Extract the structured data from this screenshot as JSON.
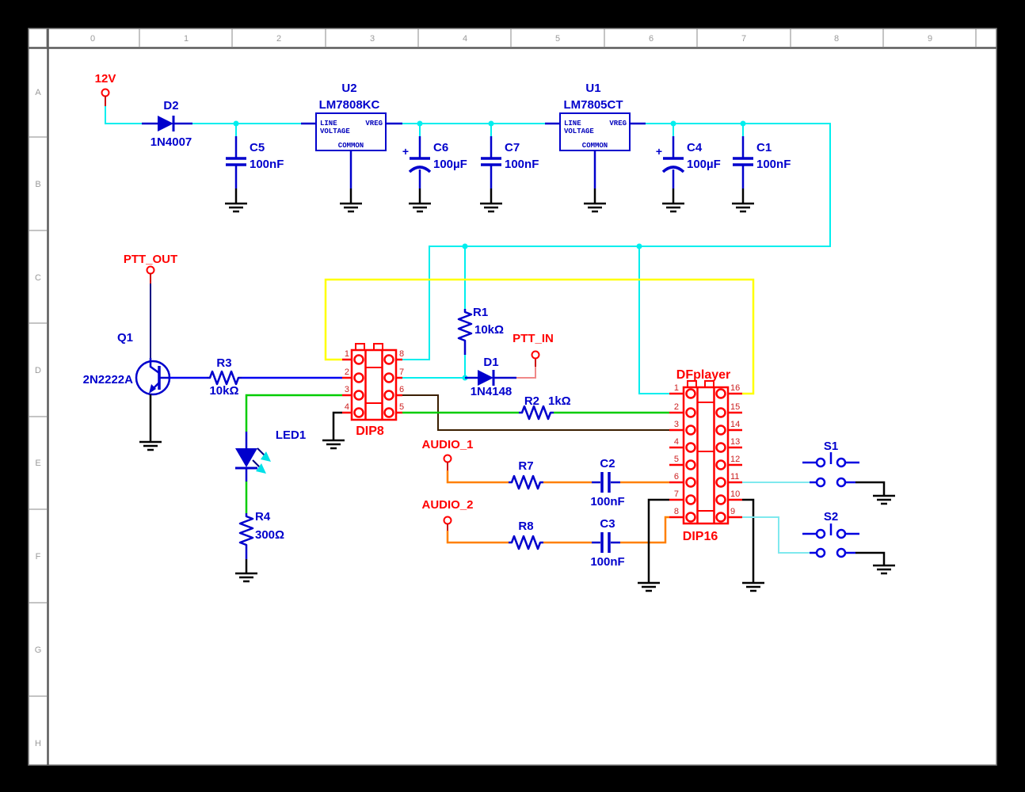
{
  "ruler": {
    "cols": [
      "0",
      "1",
      "2",
      "3",
      "4",
      "5",
      "6",
      "7",
      "8",
      "9"
    ],
    "rows": [
      "A",
      "B",
      "C",
      "D",
      "E",
      "F",
      "G",
      "H"
    ]
  },
  "colors": {
    "wire_cyan": "#00eeee",
    "wire_yellow": "#ffff00",
    "wire_green": "#00cc00",
    "wire_orange": "#ff8000",
    "wire_brown": "#3b1f00",
    "component_blue": "#0000cc",
    "label_red": "#ff0000",
    "socket_red": "#ff0000"
  },
  "power": {
    "v12": {
      "label": "12V"
    },
    "d2": {
      "ref": "D2",
      "value": "1N4007"
    },
    "c5": {
      "ref": "C5",
      "value": "100nF"
    },
    "u2": {
      "ref": "U2",
      "value": "LM7808KC",
      "pin_in_1": "LINE",
      "pin_in_2": "VOLTAGE",
      "pin_out": "VREG",
      "pin_gnd": "COMMON"
    },
    "c6": {
      "ref": "C6",
      "value": "100µF",
      "polarity": "+"
    },
    "c7": {
      "ref": "C7",
      "value": "100nF"
    },
    "u1": {
      "ref": "U1",
      "value": "LM7805CT",
      "pin_in_1": "LINE",
      "pin_in_2": "VOLTAGE",
      "pin_out": "VREG",
      "pin_gnd": "COMMON"
    },
    "c4": {
      "ref": "C4",
      "value": "100µF",
      "polarity": "+"
    },
    "c1": {
      "ref": "C1",
      "value": "100nF"
    }
  },
  "ptt": {
    "ptt_out": {
      "label": "PTT_OUT"
    },
    "q1": {
      "ref": "Q1",
      "value": "2N2222A"
    },
    "r3": {
      "ref": "R3",
      "value": "10kΩ"
    },
    "r1": {
      "ref": "R1",
      "value": "10kΩ"
    },
    "d1": {
      "ref": "D1",
      "value": "1N4148"
    },
    "ptt_in": {
      "label": "PTT_IN"
    },
    "r2": {
      "ref": "R2",
      "value": "1kΩ"
    }
  },
  "led": {
    "led1": {
      "ref": "LED1"
    },
    "r4": {
      "ref": "R4",
      "value": "300Ω"
    }
  },
  "dip8": {
    "label": "DIP8",
    "pins_left": [
      "1",
      "2",
      "3",
      "4"
    ],
    "pins_right": [
      "8",
      "7",
      "6",
      "5"
    ]
  },
  "audio": {
    "audio1": {
      "label": "AUDIO_1"
    },
    "r7": {
      "ref": "R7"
    },
    "c2": {
      "ref": "C2",
      "value": "100nF"
    },
    "audio2": {
      "label": "AUDIO_2"
    },
    "r8": {
      "ref": "R8"
    },
    "c3": {
      "ref": "C3",
      "value": "100nF"
    }
  },
  "dfplayer": {
    "title": "DFplayer",
    "label": "DIP16",
    "pins_left": [
      "1",
      "2",
      "3",
      "4",
      "5",
      "6",
      "7",
      "8"
    ],
    "pins_right": [
      "16",
      "15",
      "14",
      "13",
      "12",
      "11",
      "10",
      "9"
    ]
  },
  "switches": {
    "s1": {
      "ref": "S1"
    },
    "s2": {
      "ref": "S2"
    }
  }
}
